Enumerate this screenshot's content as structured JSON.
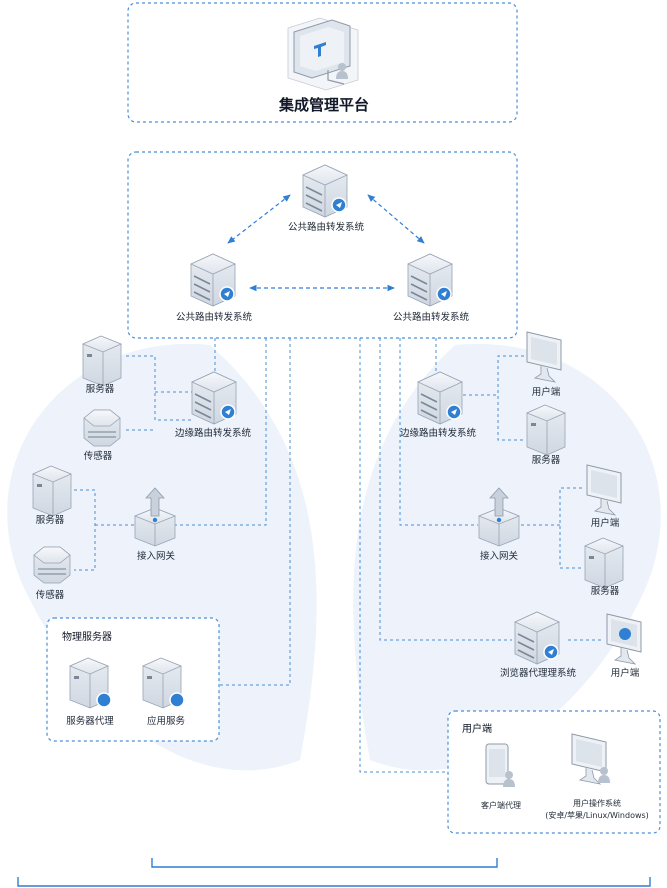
{
  "platform": {
    "title": "集成管理平台"
  },
  "core": {
    "top_router": "公共路由转发系统",
    "left_router": "公共路由转发系统",
    "right_router": "公共路由转发系统"
  },
  "left": {
    "server1": "服务器",
    "sensor1": "传感器",
    "edge_router": "边缘路由转发系统",
    "server2": "服务器",
    "sensor2": "传感器",
    "gateway": "接入网关",
    "physical_box": {
      "title": "物理服务器",
      "server_proxy": "服务器代理",
      "app_service": "应用服务"
    }
  },
  "right": {
    "client1": "用户端",
    "edge_router": "边缘路由转发系统",
    "server1": "服务器",
    "client2": "用户端",
    "gateway": "接入网关",
    "server2": "服务器",
    "browser_proxy": "浏览器代理理系统",
    "client3": "用户端",
    "client_box": {
      "title": "用户端",
      "client_proxy": "客户端代理",
      "os_line1": "用户操作系统",
      "os_line2": "(安卓/苹果/Linux/Windows)"
    }
  },
  "colors": {
    "accent": "#2f7fd3",
    "dashed_line": "#4a8fd6",
    "lens_fill": "#eef3fb",
    "device_body": "#eef1f5",
    "device_stroke": "#9aa6b5"
  },
  "icons": [
    "monitor-icon",
    "server-icon",
    "router-icon",
    "sensor-icon",
    "gateway-icon",
    "phone-icon",
    "user-icon"
  ]
}
